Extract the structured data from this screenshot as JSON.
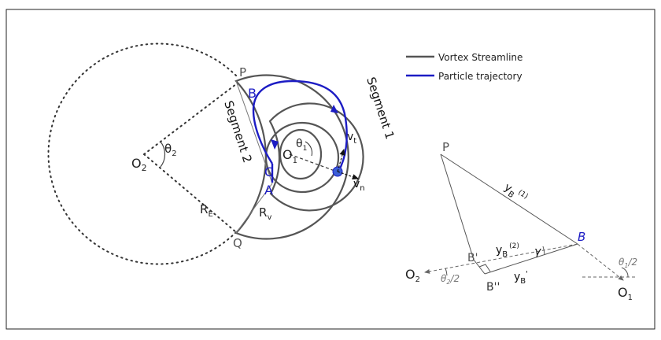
{
  "legend": {
    "vortex_label": "Vortex Streamline",
    "particle_label": "Particle trajectory"
  },
  "labels": {
    "P": "P",
    "Q": "Q",
    "O2": "O",
    "O2_sub": "2",
    "theta2": "θ",
    "theta2_sub": "2",
    "segment2": "Segment 2",
    "segment1": "Segment 1",
    "B": "B",
    "C": "C",
    "A": "A",
    "O1": "O",
    "O1_sub": "1",
    "theta1": "θ",
    "theta1_sub": "1",
    "vt": "v",
    "vt_sub": "t",
    "vn": "v",
    "vn_sub": "n",
    "RE": "R",
    "RE_sub": "E",
    "Rv": "R",
    "Rv_sub": "v"
  },
  "inset": {
    "P": "P",
    "B": "B",
    "B_prime": "B'",
    "B_dprime": "B''",
    "O2": "O",
    "O2_sub": "2",
    "O1": "O",
    "O1_sub": "1",
    "yB1": "y",
    "yB1_sub": "B",
    "yB1_sup": "(1)",
    "yB2": "y",
    "yB2_sub": "B",
    "yB2_sup": "(2)",
    "yBp": "y",
    "yBp_sub": "B",
    "yBp_sup": "'",
    "gamma": "γ",
    "theta2_half": "θ",
    "theta2_half_sub": "2",
    "theta2_half_suffix": "/2",
    "theta1_half": "θ",
    "theta1_half_sub": "1",
    "theta1_half_suffix": "/2"
  },
  "colors": {
    "vortex": "#555555",
    "particle": "#1c1cc4",
    "label_blue": "#1c1cc4",
    "gray_label": "#777777",
    "frame": "#222222"
  }
}
